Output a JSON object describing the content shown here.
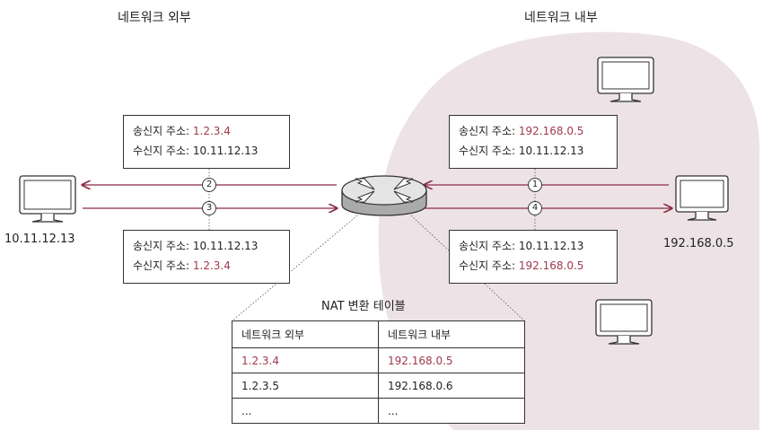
{
  "zones": {
    "outside_title": "네트워크 외부",
    "inside_title": "네트워크 내부"
  },
  "hosts": {
    "outside_ip": "10.11.12.13",
    "inside_ip": "192.168.0.5"
  },
  "packets": {
    "outside_top": {
      "src_label": "송신지 주소:",
      "src": "1.2.3.4",
      "dst_label": "수신지 주소:",
      "dst": "10.11.12.13"
    },
    "outside_bottom": {
      "src_label": "송신지 주소:",
      "src": "10.11.12.13",
      "dst_label": "수신지 주소:",
      "dst": "1.2.3.4"
    },
    "inside_top": {
      "src_label": "송신지 주소:",
      "src": "192.168.0.5",
      "dst_label": "수신지 주소:",
      "dst": "10.11.12.13"
    },
    "inside_bottom": {
      "src_label": "송신지 주소:",
      "src": "10.11.12.13",
      "dst_label": "수신지 주소:",
      "dst": "192.168.0.5"
    }
  },
  "steps": {
    "s1": "1",
    "s2": "2",
    "s3": "3",
    "s4": "4"
  },
  "nat_table": {
    "title": "NAT 변환 테이블",
    "headers": [
      "네트워크 외부",
      "네트워크 내부"
    ],
    "rows": [
      [
        "1.2.3.4",
        "192.168.0.5"
      ],
      [
        "1.2.3.5",
        "192.168.0.6"
      ],
      [
        "...",
        "..."
      ]
    ]
  },
  "colors": {
    "inside_zone": "#ede3e6",
    "highlight": "#a03a4e",
    "arrow": "#8b2b44"
  },
  "icons": [
    "computer-icon",
    "router-icon"
  ]
}
